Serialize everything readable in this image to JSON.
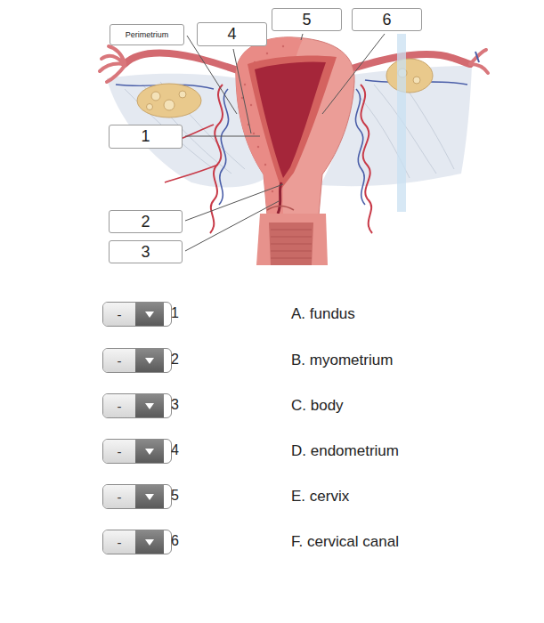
{
  "diagram": {
    "nodes": [
      {
        "text": [
          "Perimetrium"
        ]
      },
      {
        "text": [
          "4"
        ]
      },
      {
        "text": [
          "5"
        ]
      },
      {
        "text": [
          "6"
        ]
      },
      {
        "text": [
          "1"
        ]
      },
      {
        "text": [
          "2"
        ]
      },
      {
        "text": [
          "3"
        ]
      },
      {
        "text": [
          "-"
        ]
      },
      {
        "text": [
          "-"
        ]
      },
      {
        "text": [
          "-"
        ]
      },
      {
        "text": [
          "-"
        ]
      },
      {
        "text": [
          "-"
        ]
      },
      {
        "text": [
          "-"
        ]
      }
    ],
    "labels": [
      "1",
      "2",
      "3",
      "4",
      "5",
      "6",
      "A. fundus",
      "B. myometrium",
      "C. body",
      "D. endometrium",
      "E. cervix",
      "F. cervical canal"
    ]
  }
}
